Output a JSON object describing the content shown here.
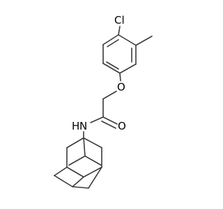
{
  "molecule": {
    "atoms": {
      "chlorine": "Cl",
      "ether_oxygen": "O",
      "carbonyl_oxygen": "O",
      "amide_nitrogen": "N",
      "amide_hydrogen": "H"
    }
  },
  "colors": {
    "bond": "#3a3a3a",
    "label": "#000000",
    "background": "#ffffff"
  }
}
